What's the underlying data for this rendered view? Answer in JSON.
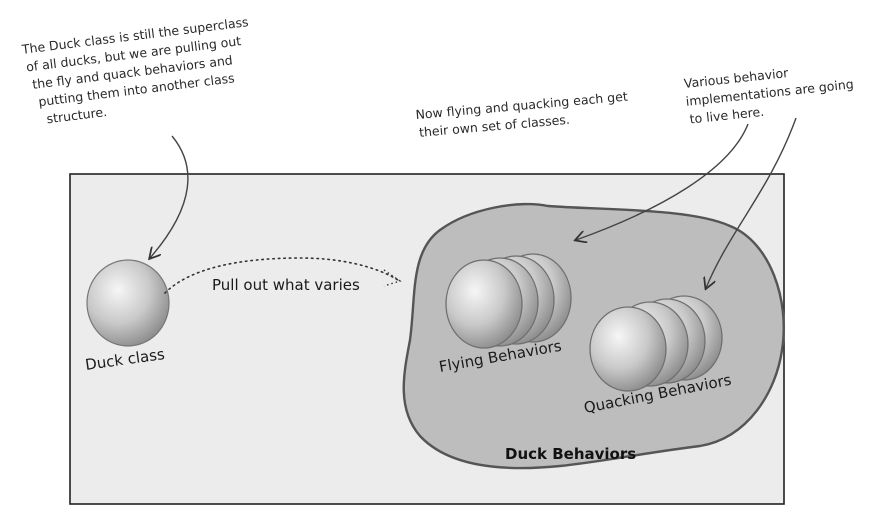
{
  "annotations": {
    "duck_class_note": [
      "The Duck class is still the superclass",
      "of all ducks, but we are pulling out",
      "the fly and quack behaviors and",
      "putting them into another class",
      "structure."
    ],
    "flying_quacking_note": [
      "Now flying and quacking each get",
      "their own set of classes."
    ],
    "implementations_note": [
      "Various behavior",
      "implementations are going",
      "to live here."
    ]
  },
  "diagram": {
    "duck_class_label": "Duck class",
    "pull_out_label": "Pull out what varies",
    "flying_behaviors_label": "Flying Behaviors",
    "quacking_behaviors_label": "Quacking Behaviors",
    "duck_behaviors_label": "Duck Behaviors"
  },
  "colors": {
    "panel": "#ececec",
    "blob": "#bdbdbd",
    "sphere_light": "#f4f4f4",
    "sphere_dark": "#8e8e8e",
    "ink": "#2a2a2a"
  }
}
